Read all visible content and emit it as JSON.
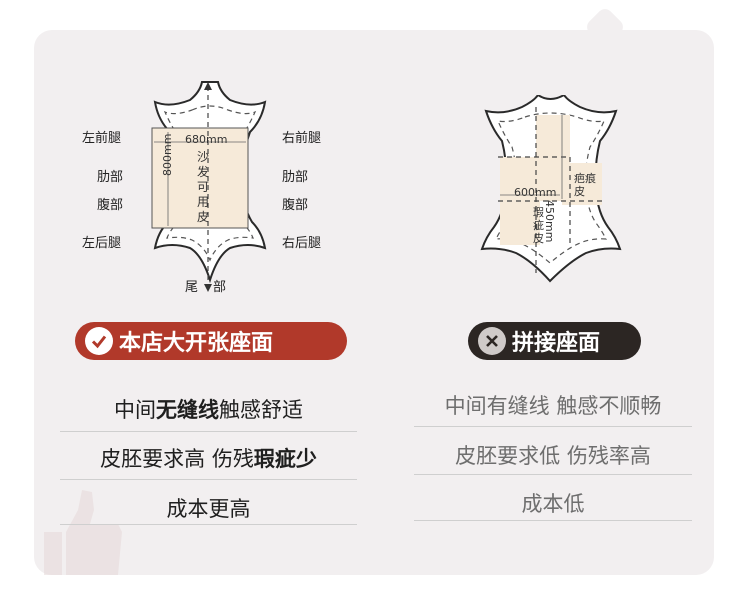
{
  "left": {
    "labels": {
      "left_front_leg": "左前腿",
      "right_front_leg": "右前腿",
      "left_rib": "肋部",
      "right_rib": "肋部",
      "left_belly": "腹部",
      "right_belly": "腹部",
      "left_hind_leg": "左后腿",
      "right_hind_leg": "右后腿",
      "tail": "尾",
      "tail2": "部",
      "width_dim": "680mm",
      "height_dim": "800mm",
      "usable_leather": "沙发可用皮"
    },
    "badge": "本店大开张座面",
    "rows": [
      {
        "plain": "中间",
        "bold": "无缝线",
        "rest": " 触感舒适"
      },
      {
        "plain": "皮胚要求高 伤残",
        "bold": "瑕疵少",
        "rest": ""
      },
      {
        "plain": "成本更高",
        "bold": "",
        "rest": ""
      }
    ]
  },
  "right": {
    "labels": {
      "width_dim": "600mm",
      "height_dim": "450mm",
      "scar_leather": "疤痕皮",
      "flaw_leather": "瑕疵皮"
    },
    "badge": "拼接座面",
    "rows": [
      "中间有缝线 触感不顺畅",
      "皮胚要求低 伤残率高",
      "成本低"
    ]
  },
  "colors": {
    "accent_red": "#b1392a",
    "dark_badge": "#2c2623",
    "card_bg": "#f2eff0",
    "leather_fill": "#f6ead9"
  },
  "icons": [
    "check-circle-icon",
    "x-circle-icon",
    "thumbs-up-icon"
  ]
}
